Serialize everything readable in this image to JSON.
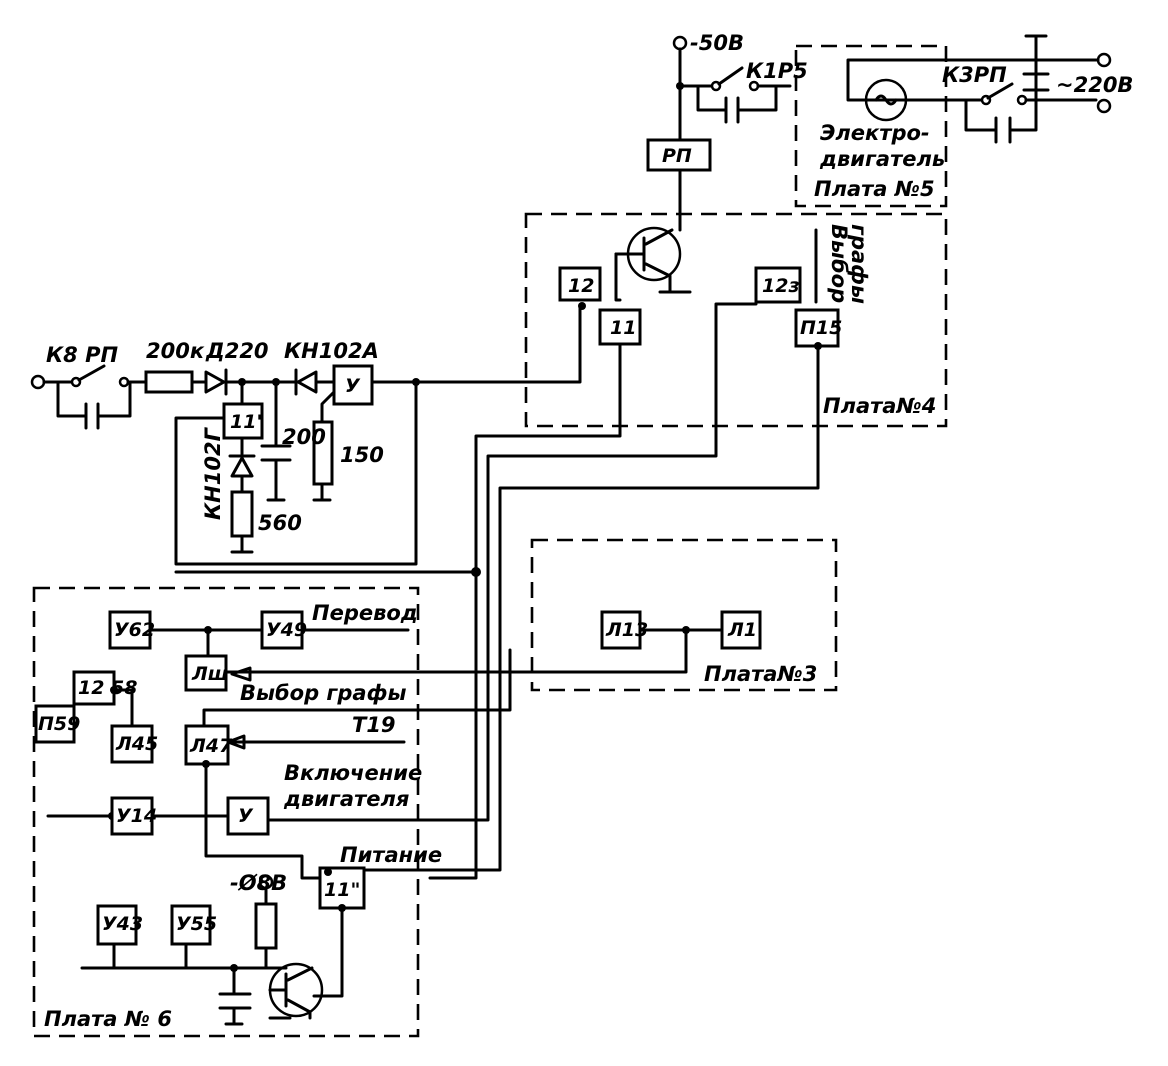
{
  "boards": {
    "b3": "Плата№3",
    "b4": "Плата№4",
    "b5": "Плата №5",
    "b6": "Плата № 6"
  },
  "supply": {
    "v50": "-50В",
    "v220": "~220В",
    "v8": "-Ø8В"
  },
  "contacts": {
    "k1": "К1Р5",
    "k3": "К3РП",
    "k8": "К8 РП"
  },
  "components": {
    "rp_relay": "РП",
    "r200k": "200к",
    "d220": "Д220",
    "kn102a": "КН102А",
    "kn102g": "КН102Г",
    "c200": "200",
    "r150": "150",
    "r560": "560",
    "motor": "Электро-двигатель"
  },
  "blocks": {
    "b4_12": "12",
    "b4_11": "11",
    "b4_12_3": "12з",
    "b4_p15": "П15",
    "u_amp": "У",
    "i11_prime": "11'",
    "l13": "Л13",
    "l1": "Л1",
    "u62": "У62",
    "u49": "У49",
    "l_out": "Лш",
    "i2_58": "12 58",
    "p59": "П59",
    "l45": "Л45",
    "l47": "Л47",
    "u14": "У14",
    "u_b6": "У",
    "i11_dprime": "11\"",
    "u43": "У43",
    "u55": "У55"
  },
  "signals": {
    "perevod": "Перевод",
    "vybor_grafy": "Выбор графы",
    "t19": "Т19",
    "vkl_line1": "Включение",
    "vkl_line2": "двигателя",
    "pitanie": "Питание",
    "vybor_vert_1": "Выбор",
    "vybor_vert_2": "графы"
  }
}
